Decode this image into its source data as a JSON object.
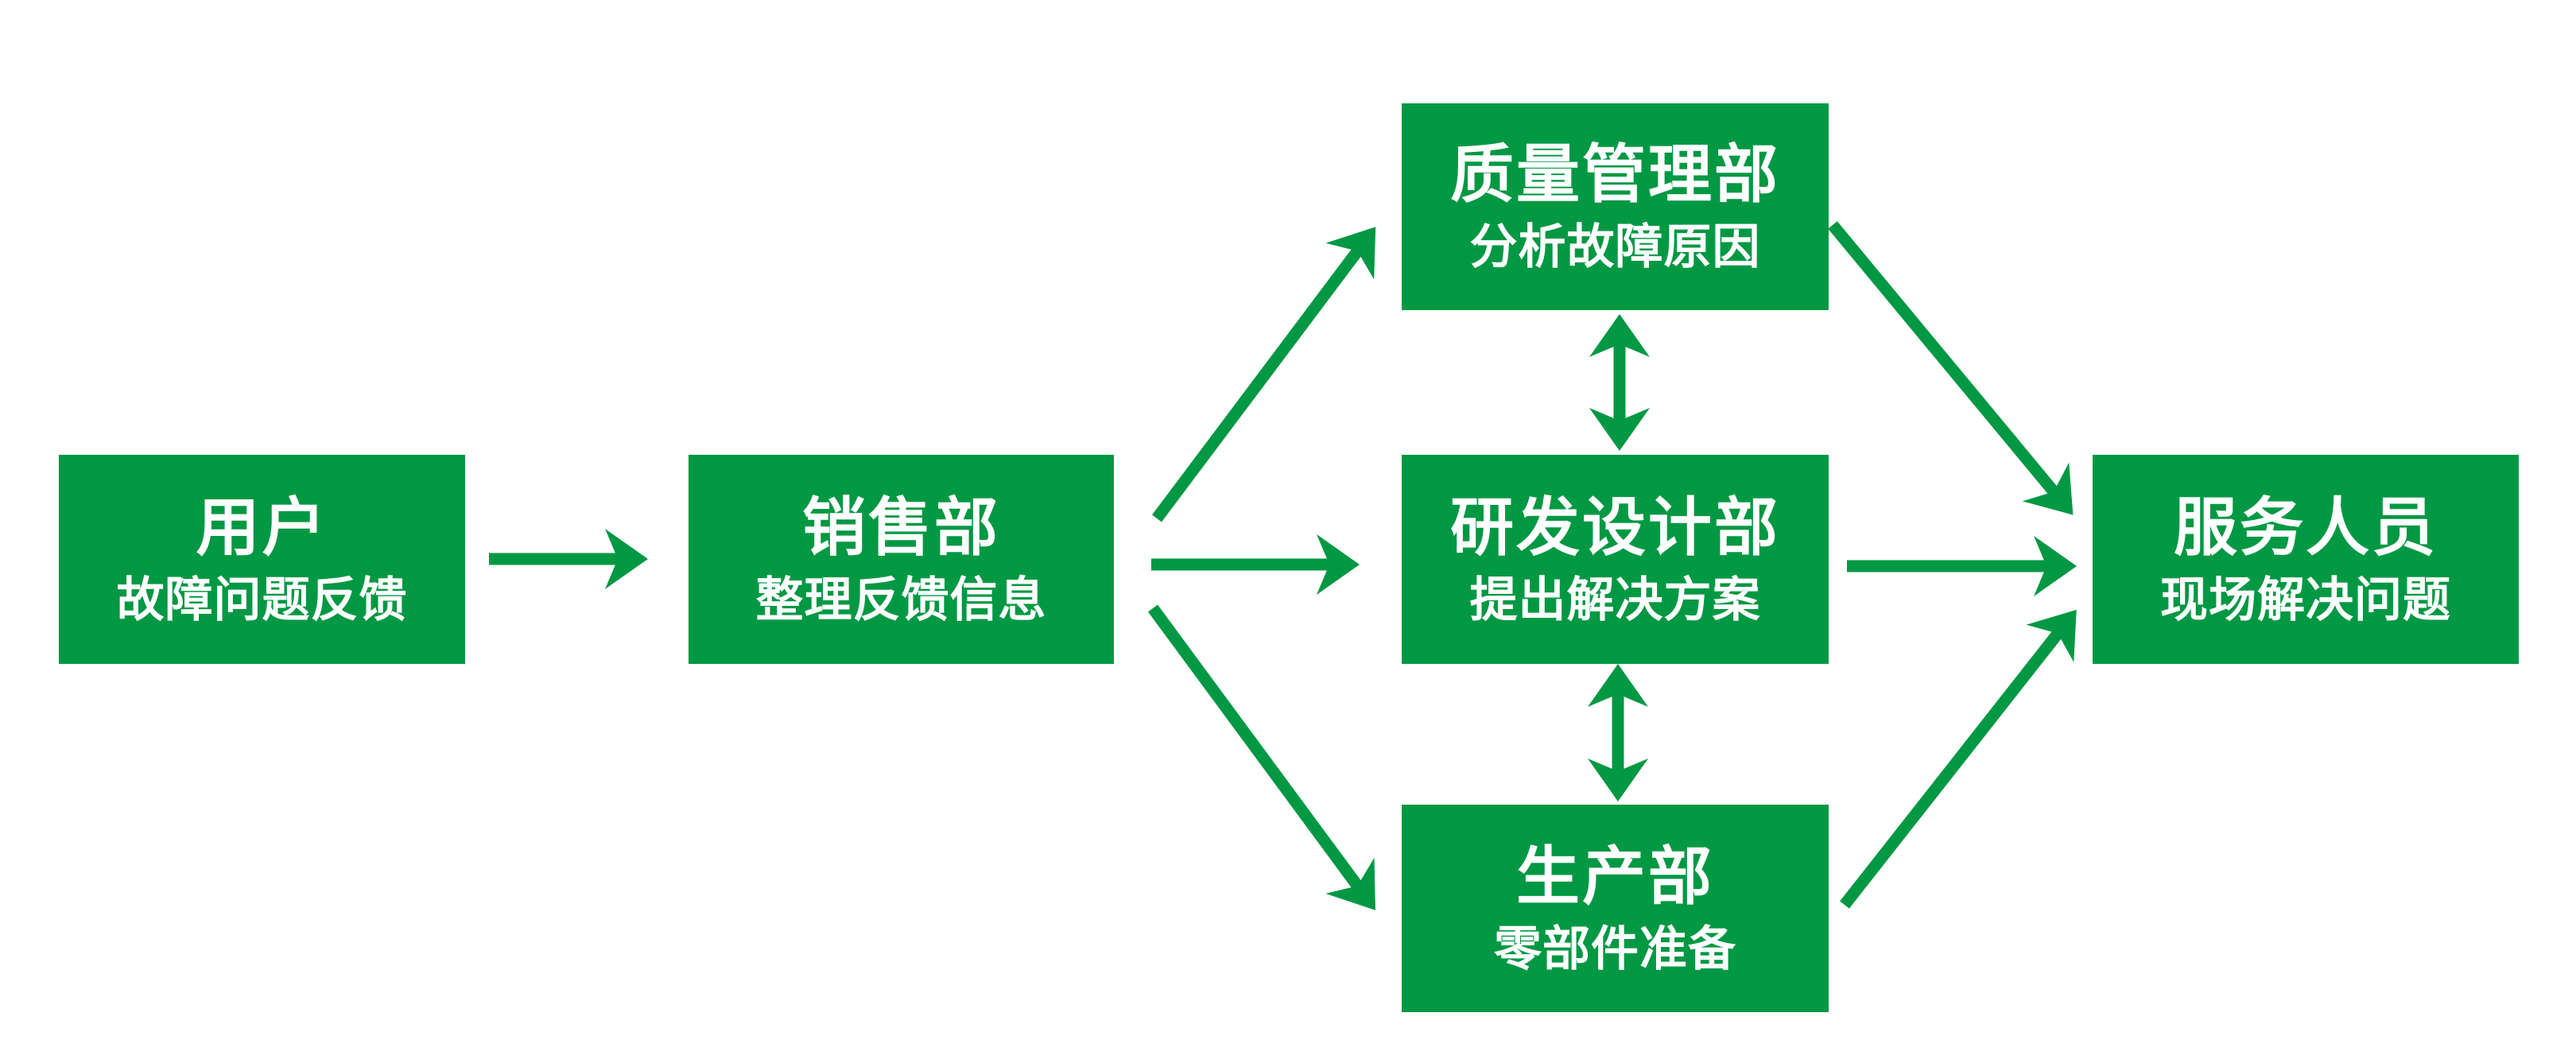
{
  "diagram": {
    "type": "flowchart",
    "background_color": "#ffffff",
    "accent_green": "#009843",
    "text_color": "#ffffff",
    "nodes": [
      {
        "id": "user",
        "title": "用户",
        "subtitle": "故障问题反馈"
      },
      {
        "id": "sales",
        "title": "销售部",
        "subtitle": "整理反馈信息"
      },
      {
        "id": "quality",
        "title": "质量管理部",
        "subtitle": "分析故障原因"
      },
      {
        "id": "rnd",
        "title": "研发设计部",
        "subtitle": "提出解决方案"
      },
      {
        "id": "production",
        "title": "生产部",
        "subtitle": "零部件准备"
      },
      {
        "id": "service",
        "title": "服务人员",
        "subtitle": "现场解决问题"
      }
    ],
    "edges": [
      {
        "from": "user",
        "to": "sales",
        "bidirectional": false
      },
      {
        "from": "sales",
        "to": "quality",
        "bidirectional": false
      },
      {
        "from": "sales",
        "to": "rnd",
        "bidirectional": false
      },
      {
        "from": "sales",
        "to": "production",
        "bidirectional": false
      },
      {
        "from": "quality",
        "to": "rnd",
        "bidirectional": true
      },
      {
        "from": "rnd",
        "to": "production",
        "bidirectional": true
      },
      {
        "from": "quality",
        "to": "service",
        "bidirectional": false
      },
      {
        "from": "rnd",
        "to": "service",
        "bidirectional": false
      },
      {
        "from": "production",
        "to": "service",
        "bidirectional": false
      }
    ]
  }
}
